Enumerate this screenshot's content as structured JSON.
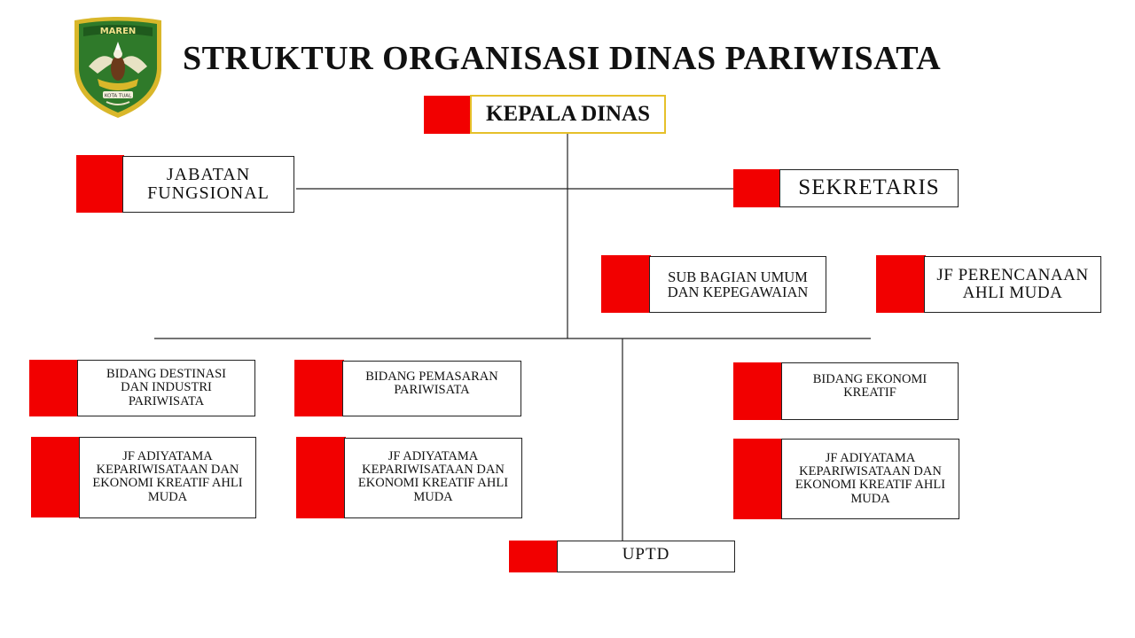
{
  "title": "STRUKTUR ORGANISASI DINAS PARIWISATA",
  "logo": {
    "top_text": "MAREN",
    "ribbon_text": "KOTA TUAL",
    "icon": "eagle-shield-emblem"
  },
  "colors": {
    "tab_red": "#f20000",
    "head_border": "#e6c02a",
    "box_border": "#222222",
    "emblem_green": "#2f7a2a",
    "emblem_gold": "#d9b72a"
  },
  "units": {
    "kepala_dinas": "KEPALA DINAS",
    "jabatan_fungsional": "JABATAN FUNGSIONAL",
    "sekretaris": "SEKRETARIS",
    "subbag_umum": "SUB BAGIAN UMUM DAN KEPEGAWAIAN",
    "jf_perencanaan": "JF PERENCANAAN AHLI MUDA",
    "bidang_destinasi": "BIDANG DESTINASI DAN INDUSTRI PARIWISATA",
    "bidang_pemasaran": "BIDANG PEMASARAN PARIWISATA",
    "bidang_ekonomi": "BIDANG EKONOMI KREATIF",
    "jf_adiyatama_1": "JF ADIYATAMA KEPARIWISATAAN DAN EKONOMI KREATIF AHLI MUDA",
    "jf_adiyatama_2": "JF ADIYATAMA KEPARIWISATAAN DAN EKONOMI KREATIF AHLI MUDA",
    "jf_adiyatama_3": "JF ADIYATAMA KEPARIWISATAAN DAN EKONOMI KREATIF AHLI MUDA",
    "uptd": "UPTD"
  }
}
